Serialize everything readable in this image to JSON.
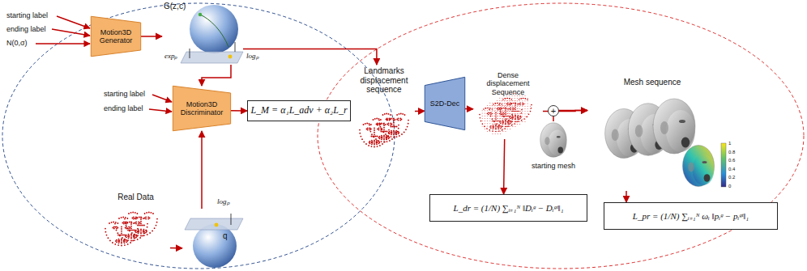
{
  "diagram": {
    "nodes": [
      {
        "text": [
          "Motion3D Generator"
        ]
      },
      {
        "text": [
          "G(z,c)"
        ]
      },
      {
        "text": [
          "Motion3D Discriminator"
        ]
      },
      {
        "text": [
          "L_M = α₁L_adv + α₂L_r"
        ]
      },
      {
        "text": [
          "Real Data"
        ]
      },
      {
        "text": [
          "q"
        ]
      },
      {
        "text": [
          "Landmarks displacement sequence"
        ]
      },
      {
        "text": [
          "S2D-Dec"
        ]
      },
      {
        "text": [
          "Dense displacement Sequence"
        ]
      },
      {
        "text": [
          "starting mesh"
        ]
      },
      {
        "text": [
          "Mesh sequence"
        ]
      },
      {
        "text": [
          "L_dr = (1/N) ∑ᵢ₌₁ᴺ ‖Dᵢᵍ − Dᵢᵍᵗ‖₁"
        ]
      },
      {
        "text": [
          "L_pr = (1/N) ∑ᵢ₌₁ᴺ ωᵢ ‖pᵢᵍ − pᵢᵍᵗ‖₁"
        ]
      }
    ],
    "edges": [
      {
        "from": 0,
        "to": 1,
        "arrow": "to"
      },
      {
        "from": 1,
        "to": 2,
        "arrow": "to"
      },
      {
        "from": 2,
        "to": 3,
        "arrow": "to"
      },
      {
        "from": 4,
        "to": 5,
        "arrow": "to"
      },
      {
        "from": 5,
        "to": 2,
        "arrow": "to"
      },
      {
        "from": 1,
        "to": 6,
        "arrow": "to"
      },
      {
        "from": 6,
        "to": 7,
        "arrow": "to"
      },
      {
        "from": 7,
        "to": 8,
        "arrow": "to"
      },
      {
        "from": 8,
        "to": 10,
        "arrow": "to"
      },
      {
        "from": 9,
        "to": 10,
        "arrow": "to"
      },
      {
        "from": 8,
        "to": 11,
        "arrow": "to"
      },
      {
        "from": 10,
        "to": 12,
        "arrow": "to"
      }
    ],
    "labels": [
      "starting label",
      "ending label",
      "N(0,σ)",
      "logₚ",
      "expₚ",
      "starting label",
      "ending label",
      "logₚ",
      "+",
      "1",
      "0.8",
      "0.6",
      "0.4",
      "0.2",
      "0"
    ]
  }
}
